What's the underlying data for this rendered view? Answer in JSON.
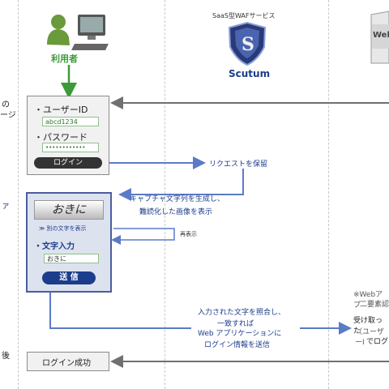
{
  "left_column": {
    "text_top": "の",
    "text_top2": "ージ",
    "text_mid": "ァ",
    "text_bottom": "後"
  },
  "user": {
    "label": "利用者"
  },
  "service": {
    "subtitle": "SaaS型WAFサービス",
    "brand": "Scutum"
  },
  "server": {
    "label": "Web"
  },
  "login_form": {
    "userid_label": "・ユーザーID",
    "userid_value": "abcd1234",
    "password_label": "・パスワード",
    "password_value": "••••••••••••",
    "login_button": "ログイン"
  },
  "request_hold": {
    "label": "リクエストを保留"
  },
  "captcha_gen": {
    "line1": "キャプチャ文字列を生成し、",
    "line2": "難読化した画像を表示"
  },
  "captcha_form": {
    "captcha_text": "おきに",
    "refresh_link": "≫ 別の文字を表示",
    "redisplay": "再表示",
    "input_label": "・文字入力",
    "input_value": "おきに",
    "send_button": "送 信"
  },
  "verify": {
    "line1": "入力された文字を照合し、",
    "line2": "一致すれば",
    "line3": "Web アプリケーションに",
    "line4": "ログイン情報を送信"
  },
  "right_notes": {
    "line1": "※Webアプ",
    "line2": "二要素認",
    "line3": "受け取った",
    "line4": "（ユーザーI",
    "line5": "でログ"
  },
  "login_success": {
    "label": "ログイン成功"
  },
  "colors": {
    "green": "#3d9a3a",
    "blue_arrow": "#5b7bc9",
    "gray_arrow": "#707070",
    "dark_blue": "#1c3c8c"
  }
}
